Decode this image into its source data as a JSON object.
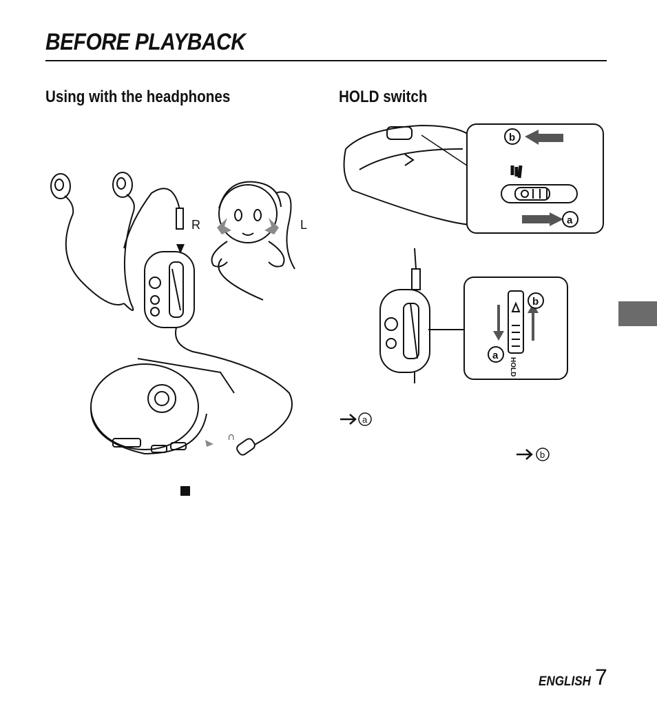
{
  "page": {
    "title": "BEFORE PLAYBACK",
    "section_left_heading": "Using with the headphones",
    "section_right_heading": "HOLD switch",
    "label_r": "R",
    "label_l": "L",
    "label_a": "a",
    "label_b": "b",
    "hold_text": "HOLD",
    "hold_step_a": "a",
    "hold_step_b": "b",
    "footer_language": "ENGLISH",
    "footer_page_number": "7"
  },
  "colors": {
    "ink": "#111111",
    "arrow_gray": "#8a8a8a",
    "side_tab": "#6b6b6b"
  }
}
